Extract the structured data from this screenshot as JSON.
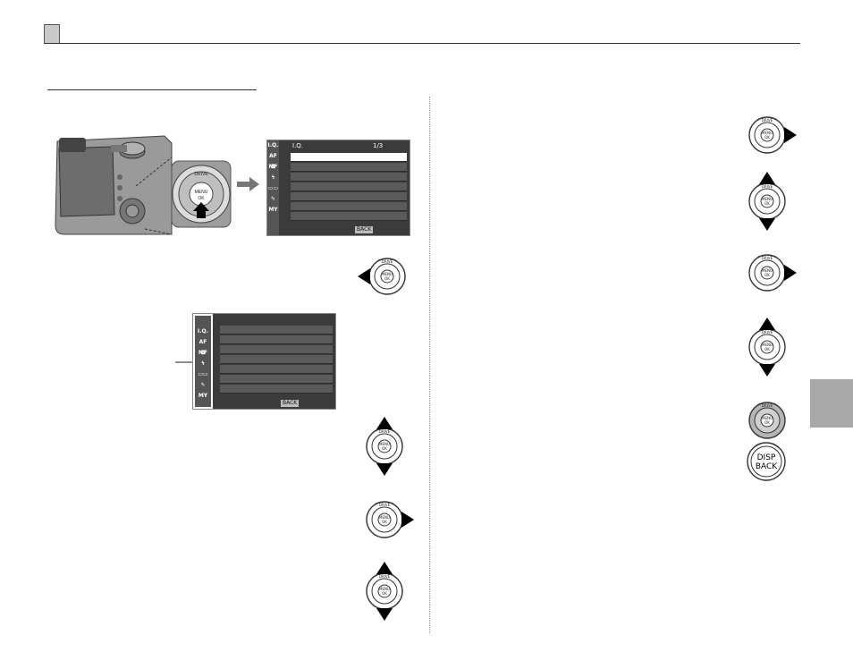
{
  "screen1": {
    "tab_label": "I.Q.",
    "page": "1/3",
    "side_tabs": [
      "I.Q.",
      "AF MF",
      "◘",
      "ϟ",
      "▭▭",
      "✎",
      "MY"
    ],
    "back_label": "BACK"
  },
  "screen2": {
    "side_tabs": [
      "I.Q.",
      "AF MF",
      "◘",
      "ϟ",
      "▭▭",
      "✎",
      "MY"
    ],
    "back_label": "BACK"
  },
  "button_labels": {
    "drive": "DRIVE",
    "menu": "MENU",
    "ok": "OK",
    "disp": "DISP",
    "back": "BACK"
  },
  "icons": [
    "camera-illustration",
    "arrow-right-icon",
    "selector-left-icon",
    "selector-up-down-icon",
    "selector-right-icon",
    "menu-ok-button-icon",
    "disp-back-button-icon"
  ],
  "colors": {
    "tab_grey": "#a9a9a9",
    "screen_bg": "#3b3b3b"
  }
}
